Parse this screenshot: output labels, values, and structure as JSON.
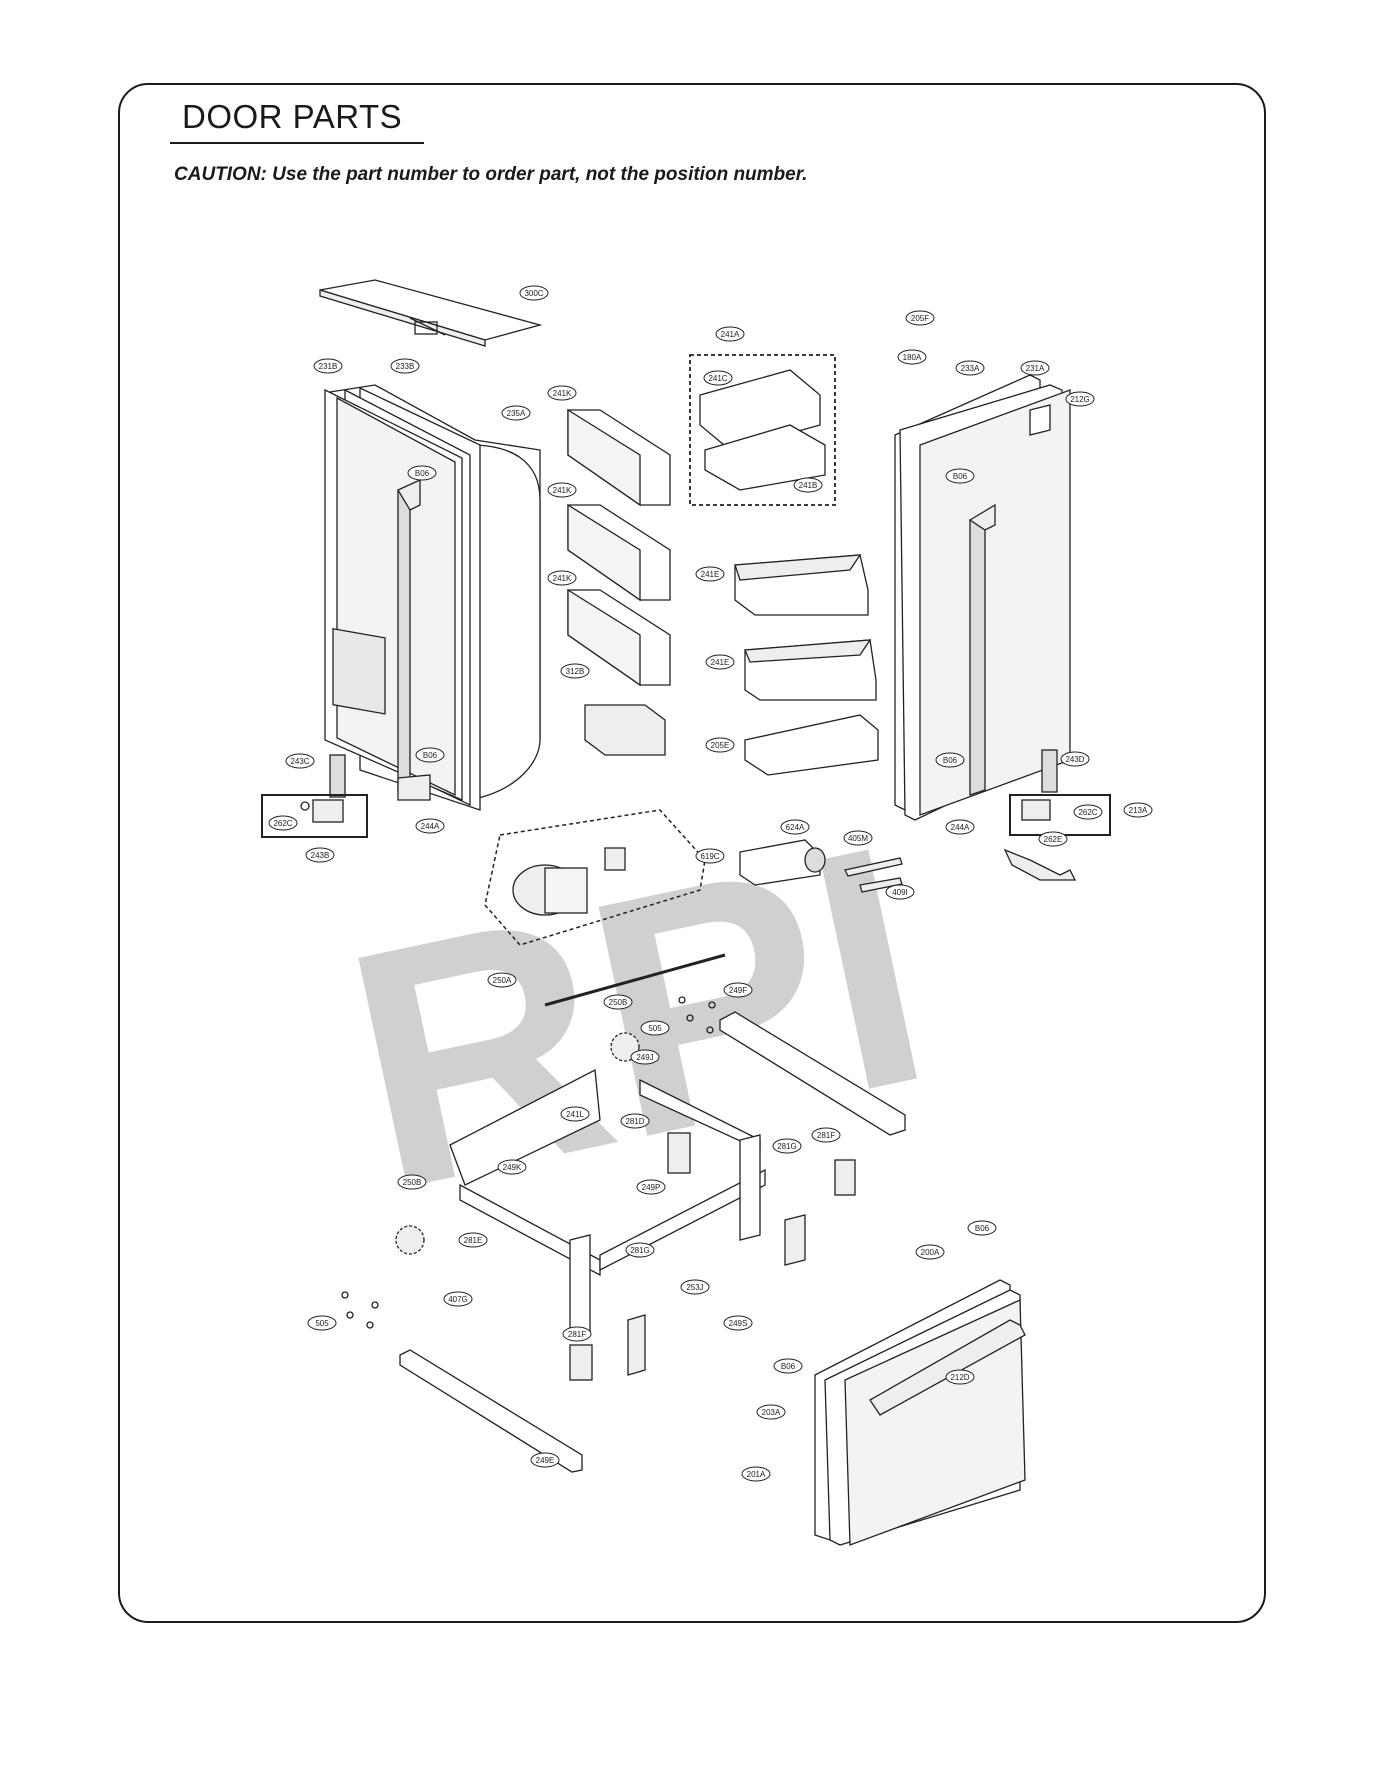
{
  "header": {
    "title": "DOOR PARTS",
    "caution": "CAUTION: Use the part number to order part, not the position number."
  },
  "watermark": {
    "text": "RPI"
  },
  "callouts": [
    "300C",
    "231B",
    "233B",
    "235A",
    "B06",
    "241K",
    "241A",
    "241C",
    "241B",
    "205F",
    "180A",
    "233A",
    "231A",
    "212G",
    "B06",
    "241K",
    "241E",
    "241K",
    "241E",
    "312B",
    "205E",
    "243C",
    "B06",
    "243D",
    "B06",
    "262C",
    "244A",
    "243B",
    "244A",
    "262C",
    "213A",
    "624A",
    "405M",
    "619C",
    "409I",
    "262E",
    "250A",
    "250B",
    "505",
    "249F",
    "249J",
    "241L",
    "281D",
    "281G",
    "281F",
    "250B",
    "249K",
    "249P",
    "281E",
    "281G",
    "253J",
    "407G",
    "249S",
    "505",
    "281F",
    "B06",
    "200A",
    "B06",
    "212D",
    "203A",
    "201A",
    "249E"
  ]
}
